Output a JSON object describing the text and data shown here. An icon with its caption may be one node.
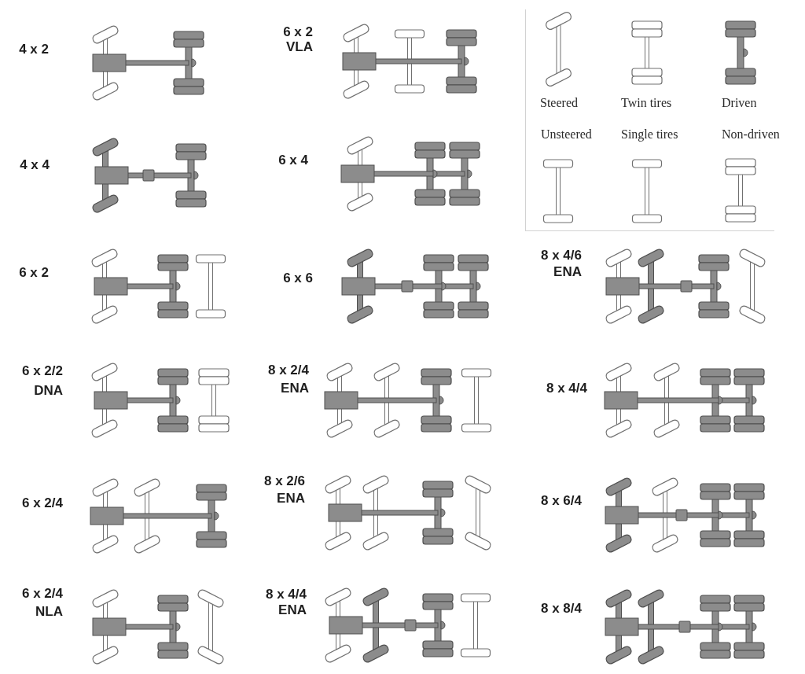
{
  "diagram": {
    "labels": [
      "4 x 2",
      "6 x 2 VLA",
      "4 x 4",
      "6 x 4",
      "6 x 2",
      "6 x 6",
      "8 x 4/6 ENA",
      "6 x 2/2 DNA",
      "8 x 2/4 ENA",
      "8 x 4/4",
      "6 x 2/4",
      "8 x 2/6 ENA",
      "8 x 6/4",
      "6 x 2/4 NLA",
      "8 x 4/4 ENA",
      "8 x 8/4"
    ],
    "legend": [
      {
        "text": "Steered"
      },
      {
        "text": "Twin tires"
      },
      {
        "text": "Driven"
      },
      {
        "text": "Unsteered"
      },
      {
        "text": "Single tires"
      },
      {
        "text": "Non-driven"
      }
    ]
  }
}
